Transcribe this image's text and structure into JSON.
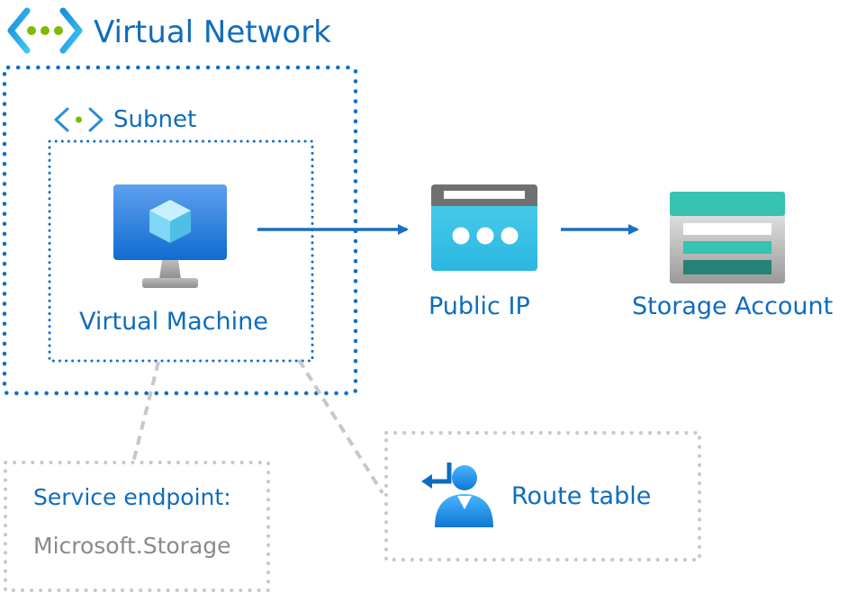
{
  "diagram": {
    "virtual_network": {
      "title": "Virtual Network",
      "icon": "virtual-network-icon"
    },
    "subnet": {
      "label": "Subnet",
      "icon": "subnet-icon"
    },
    "virtual_machine": {
      "label": "Virtual Machine",
      "icon": "virtual-machine-icon"
    },
    "public_ip": {
      "label": "Public IP",
      "icon": "public-ip-icon"
    },
    "storage_account": {
      "label": "Storage Account",
      "icon": "storage-account-icon"
    },
    "service_endpoint": {
      "title": "Service endpoint:",
      "value": "Microsoft.Storage"
    },
    "route_table": {
      "label": "Route table",
      "icon": "route-table-icon"
    }
  },
  "colors": {
    "accent_blue": "#0f6cbd",
    "dotted_border": "#1170c9",
    "connector_gray": "#c8c8c8",
    "text_gray": "#8a8a8a"
  }
}
